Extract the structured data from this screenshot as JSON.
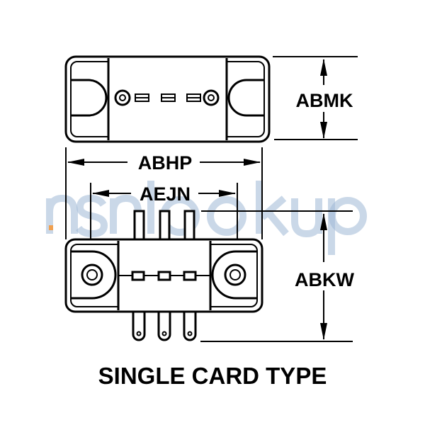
{
  "diagram": {
    "dimensions": {
      "height_top": "ABMK",
      "overall_width": "ABHP",
      "mounting_width": "AEJN",
      "height_side": "ABKW"
    },
    "caption": "SINGLE CARD TYPE",
    "watermark": "nsnlookup",
    "colors": {
      "line": "#000000",
      "watermark": "#9fb8d6",
      "watermark_dot": "#f0a050"
    }
  }
}
